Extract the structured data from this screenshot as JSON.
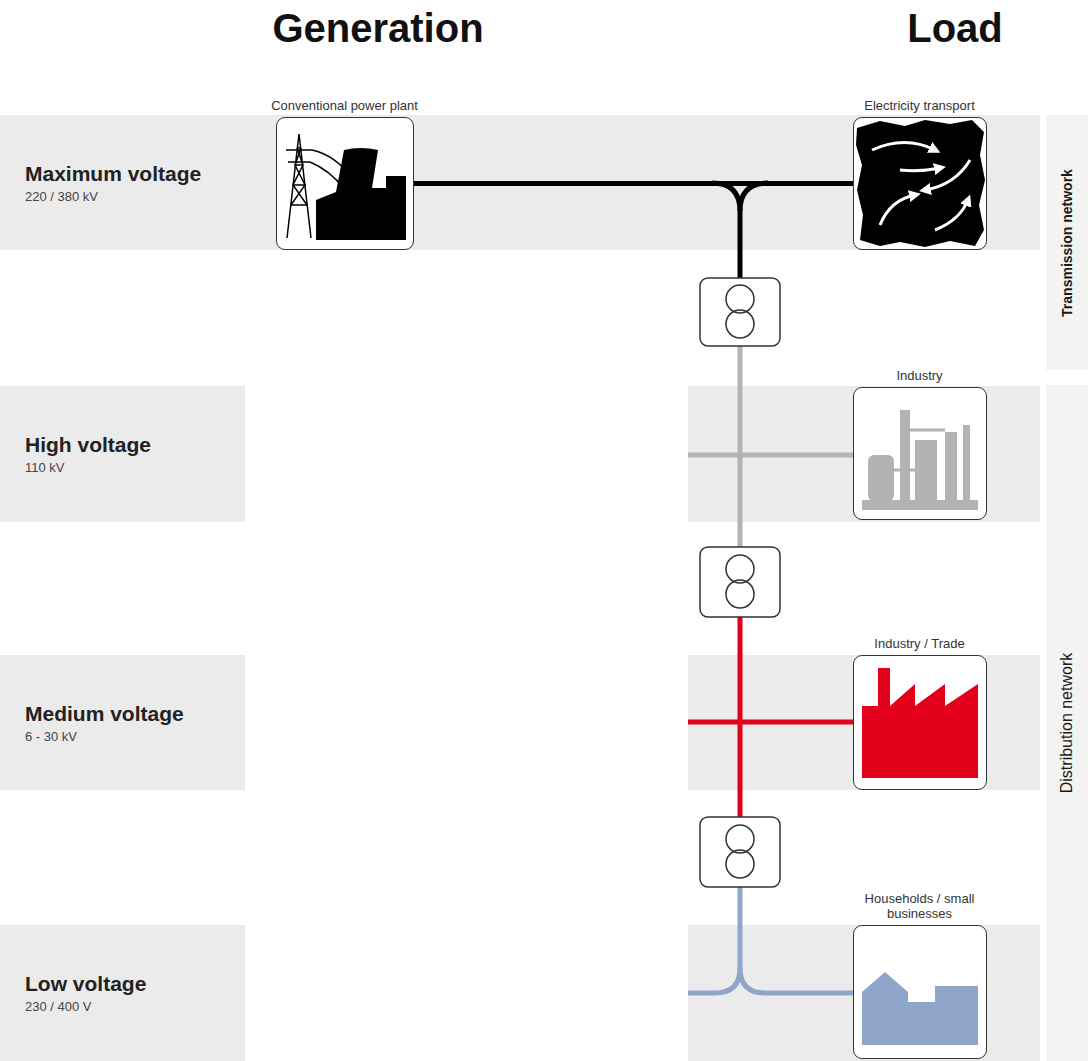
{
  "diagram": {
    "nodes": [
      {
        "text": [
          "Maximum voltage",
          "220 / 380 kV"
        ]
      },
      {
        "text": [
          "Conventional power plant"
        ],
        "in": 0
      },
      {
        "text": [
          "Electricity transport"
        ],
        "in": 0
      },
      {
        "text": [
          "High voltage",
          "110 kV"
        ]
      },
      {
        "text": [
          "Industry"
        ]
      },
      {
        "text": [
          "Medium voltage",
          "6 - 30 kV"
        ]
      },
      {
        "text": [
          "Industry / Trade"
        ]
      },
      {
        "text": [
          "Low voltage",
          "230 / 400 V"
        ]
      },
      {
        "text": [
          "Households / small businesses"
        ]
      },
      {
        "text": [
          "Transmission network"
        ]
      },
      {
        "text": [
          "Distribution network"
        ]
      }
    ],
    "edges": [
      {
        "from": 1,
        "to": 2,
        "arrow": "none"
      }
    ],
    "labels": [
      "Generation",
      "Load"
    ]
  }
}
